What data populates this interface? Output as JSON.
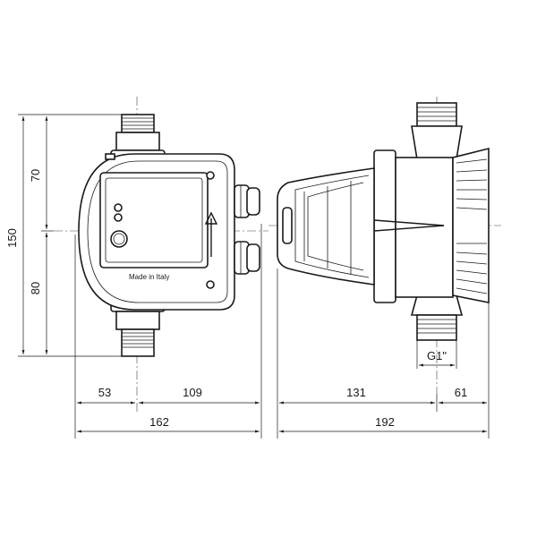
{
  "dimensions": {
    "height_total": "150",
    "height_top": "70",
    "height_bottom": "80",
    "width_left": "53",
    "width_right": "109",
    "width_total_front": "162",
    "depth_front": "131",
    "depth_back": "61",
    "depth_total": "192",
    "thread": "G1\""
  },
  "label_made_in": "Made in Italy"
}
